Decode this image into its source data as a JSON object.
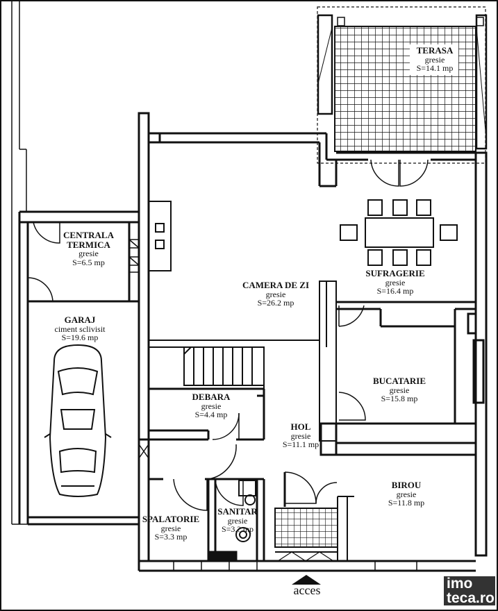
{
  "rooms": {
    "terasa": {
      "name": "TERASA",
      "material": "gresie",
      "area": "S=14.1 mp"
    },
    "centrala": {
      "name_line1": "CENTRALA",
      "name_line2": "TERMICA",
      "material": "gresie",
      "area": "S=6.5 mp"
    },
    "camera_de_zi": {
      "name": "CAMERA DE ZI",
      "material": "gresie",
      "area": "S=26.2 mp"
    },
    "sufragerie": {
      "name": "SUFRAGERIE",
      "material": "gresie",
      "area": "S=16.4 mp"
    },
    "garaj": {
      "name": "GARAJ",
      "material": "ciment sclivisit",
      "area": "S=19.6 mp"
    },
    "bucatarie": {
      "name": "BUCATARIE",
      "material": "gresie",
      "area": "S=15.8 mp"
    },
    "debara": {
      "name": "DEBARA",
      "material": "gresie",
      "area": "S=4.4 mp"
    },
    "hol": {
      "name": "HOL",
      "material": "gresie",
      "area": "S=11.1 mp"
    },
    "birou": {
      "name": "BIROU",
      "material": "gresie",
      "area": "S=11.8 mp"
    },
    "spalatorie": {
      "name": "SPALATORIE",
      "material": "gresie",
      "area": "S=3.3 mp"
    },
    "sanitar": {
      "name": "SANITAR",
      "material": "gresie",
      "area": "S=3.? mp"
    }
  },
  "entrance_label": "acces",
  "watermark": {
    "line1": "imo",
    "line2": "teca.ro"
  },
  "colors": {
    "wall": "#111111",
    "background": "#ffffff",
    "watermark_bg": "#333333"
  }
}
